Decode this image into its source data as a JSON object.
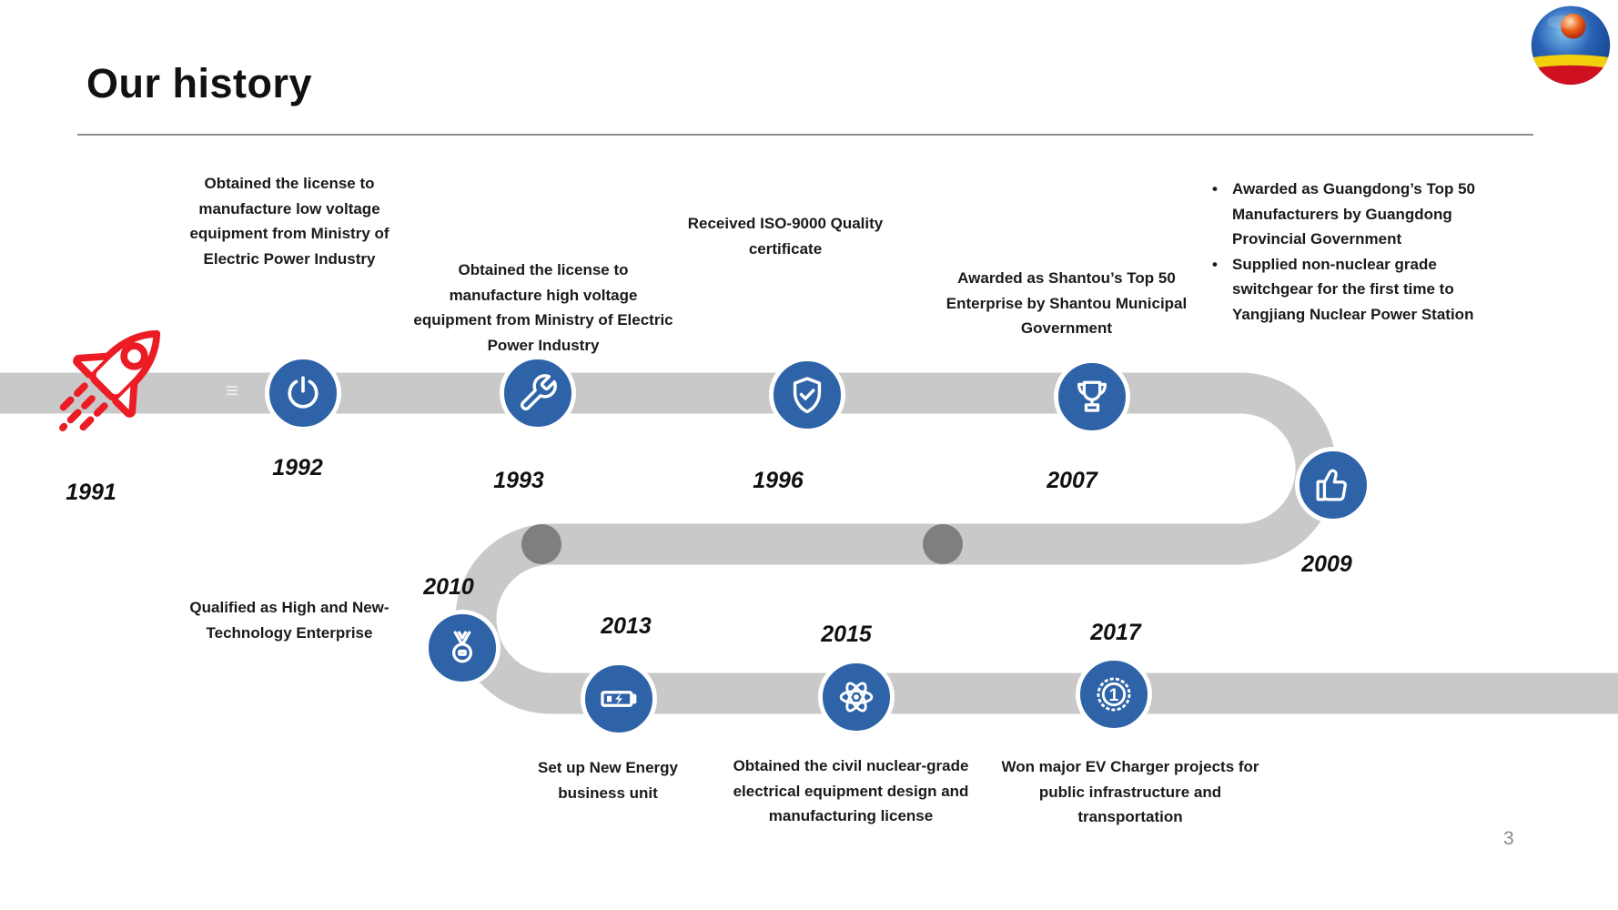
{
  "slide": {
    "title": "Our history",
    "page_number": "3",
    "bullet_glyph": "•",
    "watermark_glyph": "≡"
  },
  "colors": {
    "accent_blue": "#2e63a8",
    "timeline_gray": "#c9c9c9",
    "connector_dot_gray": "#7f7f7f",
    "rocket_red": "#ec1c24"
  },
  "timeline": {
    "start": {
      "year": "1991",
      "icon": "rocket-icon"
    },
    "milestones": [
      {
        "year": "1992",
        "icon": "power-icon",
        "text": "Obtained the license to\nmanufacture low voltage\nequipment from Ministry of\nElectric Power Industry"
      },
      {
        "year": "1993",
        "icon": "wrench-icon",
        "text": "Obtained the license to\nmanufacture high voltage\nequipment from Ministry of Electric\nPower Industry"
      },
      {
        "year": "1996",
        "icon": "shield-check-icon",
        "text": "Received ISO-9000 Quality\ncertificate"
      },
      {
        "year": "2007",
        "icon": "trophy-icon",
        "text": "Awarded as Shantou’s Top 50\nEnterprise by Shantou Municipal\nGovernment"
      },
      {
        "year": "2009",
        "icon": "thumbs-up-icon",
        "bullets": [
          "Awarded as Guangdong’s Top 50\nManufacturers by Guangdong\nProvincial Government",
          "Supplied non-nuclear grade\nswitchgear for the first time to\nYangjiang Nuclear Power Station"
        ]
      },
      {
        "year": "2010",
        "icon": "medal-icon",
        "text": "Qualified as High and New-\nTechnology Enterprise"
      },
      {
        "year": "2013",
        "icon": "battery-charging-icon",
        "text": "Set up New Energy\nbusiness unit"
      },
      {
        "year": "2015",
        "icon": "atom-icon",
        "text": "Obtained the civil nuclear-grade\nelectrical equipment design and\nmanufacturing license"
      },
      {
        "year": "2017",
        "icon": "badge-number-1-icon",
        "badge_number": "1",
        "text": "Won major EV Charger projects for\npublic infrastructure and\ntransportation"
      }
    ]
  }
}
